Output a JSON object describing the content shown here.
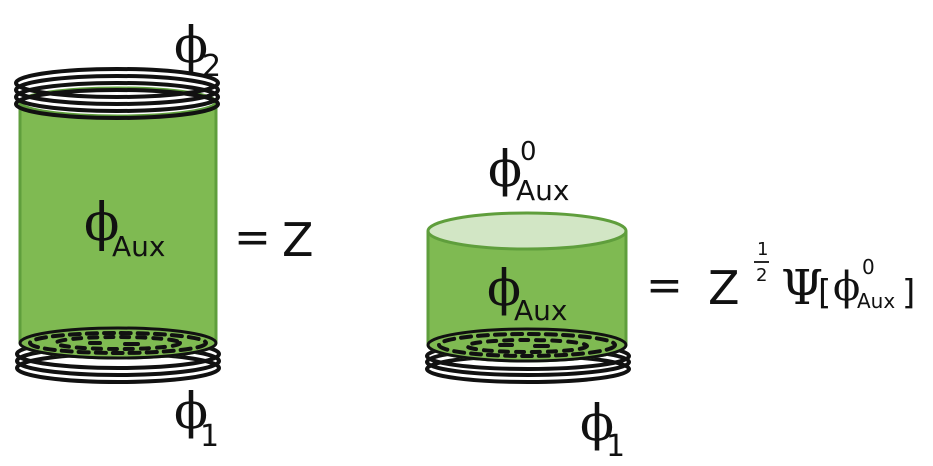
{
  "colors": {
    "body_green": "#7fba52",
    "body_edge": "#5f9e3c",
    "top_green": "#d2e6c5",
    "ring": "#111111",
    "ink": "#111111"
  },
  "left": {
    "top_field": "ϕ",
    "top_index": "2",
    "inner_field": "ϕ",
    "inner_index": "Aux",
    "bottom_field": "ϕ",
    "bottom_index": "1",
    "equals": "=",
    "result": "Z"
  },
  "right": {
    "top_field": "ϕ",
    "top_index": "Aux",
    "top_superscript": "0",
    "inner_field": "ϕ",
    "inner_index": "Aux",
    "bottom_field": "ϕ",
    "bottom_index": "1",
    "equals": "=",
    "result": "Z",
    "power_numerator": "1",
    "power_denominator": "2",
    "wavefunction": "Ψ",
    "bracket_open": "[",
    "arg_field": "ϕ",
    "arg_superscript": "0",
    "arg_index": "Aux",
    "bracket_close": "]"
  }
}
